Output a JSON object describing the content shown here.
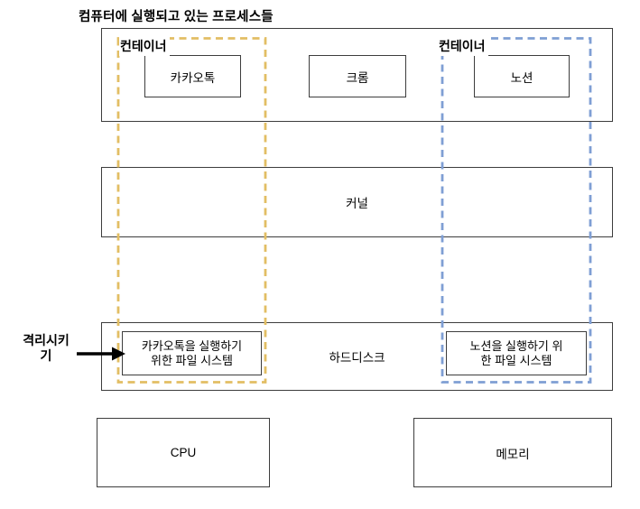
{
  "title": "컴퓨터에 실행되고 있는 프로세스들",
  "process_box": {
    "apps": [
      {
        "label": "카카오톡"
      },
      {
        "label": "크롬"
      },
      {
        "label": "노션"
      }
    ]
  },
  "containers": {
    "left": {
      "label": "컨테이너",
      "dash_color": "#e2be64"
    },
    "right": {
      "label": "컨테이너",
      "dash_color": "#7f9fd4"
    }
  },
  "kernel": {
    "label": "커널"
  },
  "harddisk": {
    "label": "하드디스크",
    "filesystems": {
      "kakao": {
        "line1": "카카오톡을 실행하기",
        "line2": "위한 파일 시스템"
      },
      "notion": {
        "line1": "노션을 실행하기 위",
        "line2": "한 파일 시스템"
      }
    }
  },
  "hardware": {
    "cpu": {
      "label": "CPU"
    },
    "memory": {
      "label": "메모리"
    }
  },
  "isolate": {
    "line1": "격리시키",
    "line2": "기"
  },
  "colors": {
    "arrow": "#000000",
    "box_border": "#3d3d3d"
  }
}
